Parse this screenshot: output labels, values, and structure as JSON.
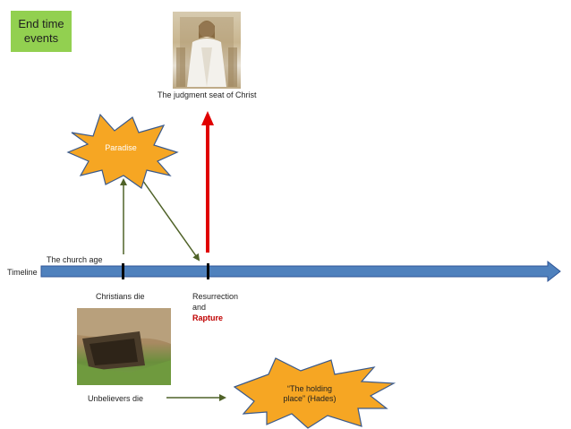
{
  "title": {
    "line1": "End time",
    "line2": "events"
  },
  "judgment_seat": {
    "label": "The judgment seat of Christ"
  },
  "paradise": {
    "label": "Paradise"
  },
  "timeline": {
    "label": "Timeline",
    "era_label": "The church age"
  },
  "events": {
    "christians_die": "Christians die",
    "resurrection": "Resurrection",
    "and": "and",
    "rapture": "Rapture",
    "unbelievers_die": "Unbelievers die"
  },
  "hades": {
    "line1": "“The holding",
    "line2": "place” (Hades)"
  },
  "colors": {
    "timeline_fill": "#4f81bd",
    "timeline_stroke": "#2f5597",
    "burst_fill": "#f6a623",
    "burst_stroke": "#3a5a8c",
    "arrow_green": "#4f6228",
    "arrow_red": "#e00000",
    "title_box": "#92d050"
  }
}
